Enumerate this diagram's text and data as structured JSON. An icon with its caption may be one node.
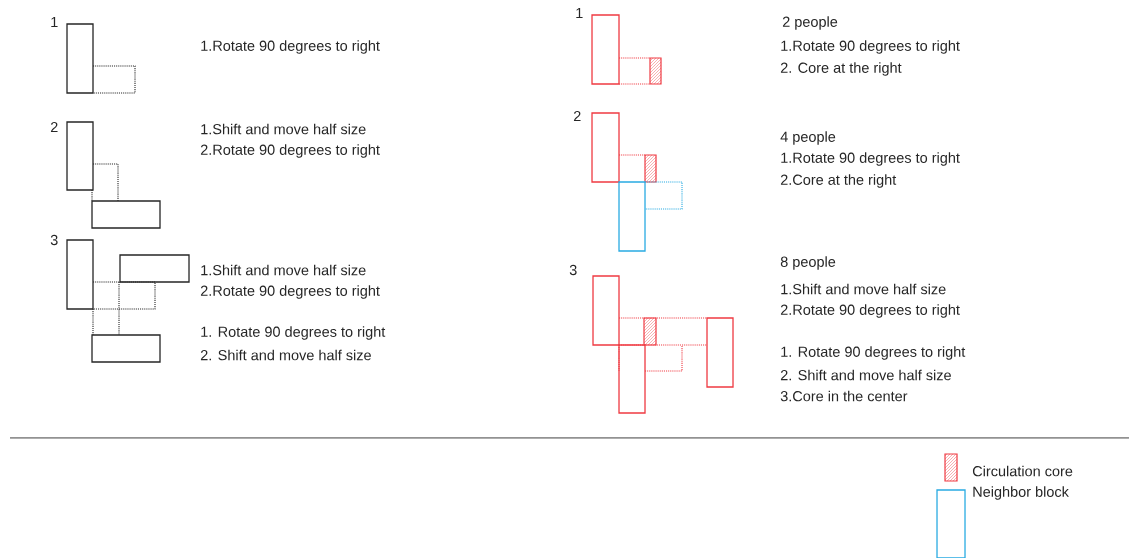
{
  "diagram": {
    "labels": [
      "1",
      "1.Rotate 90 degrees to right",
      "2",
      "1.Shift and move half size",
      "2.Rotate 90 degrees to right",
      "3",
      "1.Shift and move half size",
      "2.Rotate 90 degrees to right",
      "1. Rotate 90 degrees to right",
      "2. Shift and move half size",
      "1",
      "2 people",
      "1.Rotate 90 degrees to right",
      "2. Core at the right",
      "2",
      "4 people",
      "1.Rotate 90 degrees to right",
      "2.Core at the right",
      "3",
      "8 people",
      "1.Shift and move half size",
      "2.Rotate 90 degrees to right",
      "1. Rotate 90 degrees to right",
      "2. Shift and move half size",
      "3.Core in the center"
    ],
    "legend": [
      {
        "text": "Circulation core"
      },
      {
        "text": "Neighbor block"
      }
    ]
  }
}
